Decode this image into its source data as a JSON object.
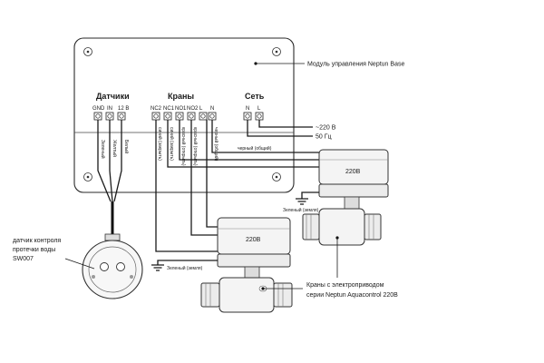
{
  "module": {
    "label": "Модуль управления Neptun Base",
    "sensors_header": "Датчики",
    "valves_header": "Краны",
    "network_header": "Сеть",
    "sensor_terminals": [
      "GND",
      "IN",
      "12 В"
    ],
    "valve_terminals": [
      "NC2",
      "NC1",
      "NO1",
      "NO2",
      "L",
      "N"
    ],
    "network_terminals": [
      "N",
      "L"
    ]
  },
  "power": {
    "voltage": "~220 В",
    "frequency": "50 Гц"
  },
  "sensor_wires": [
    "Зеленый",
    "Желтый",
    "Белый"
  ],
  "valve_wires": [
    "синий (закрыть)",
    "синий (закрыть)",
    "красный (открыть)",
    "красный (открыть)",
    "черный (общий)"
  ],
  "common_wire": "черный (общий)",
  "ground_label": "Зеленый (земля)",
  "valve_unit_label": "220В",
  "sensor": {
    "label_line1": "датчик контроля",
    "label_line2": "протечки воды",
    "label_line3": "SW007"
  },
  "valves": {
    "label_line1": "Краны с электроприводом",
    "label_line2": "серии Neptun Aquacontrol 220В"
  }
}
